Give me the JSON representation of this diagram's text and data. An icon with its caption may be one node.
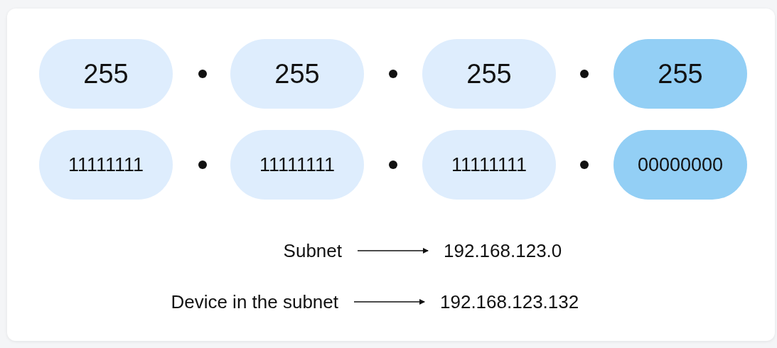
{
  "diagram": {
    "nodes": [
      {
        "text": [
          "255"
        ]
      },
      {
        "text": [
          "255"
        ]
      },
      {
        "text": [
          "255"
        ]
      },
      {
        "text": [
          "255"
        ]
      },
      {
        "text": [
          "11111111"
        ]
      },
      {
        "text": [
          "11111111"
        ]
      },
      {
        "text": [
          "11111111"
        ]
      },
      {
        "text": [
          "00000000"
        ]
      },
      {
        "text": [
          "Subnet"
        ]
      },
      {
        "text": [
          "192.168.123.0"
        ]
      },
      {
        "text": [
          "Device in the subnet"
        ]
      },
      {
        "text": [
          "192.168.123.132"
        ]
      }
    ],
    "edges": [
      {
        "from": 8,
        "to": 9,
        "arrow": "to"
      },
      {
        "from": 10,
        "to": 11,
        "arrow": "to"
      }
    ]
  }
}
